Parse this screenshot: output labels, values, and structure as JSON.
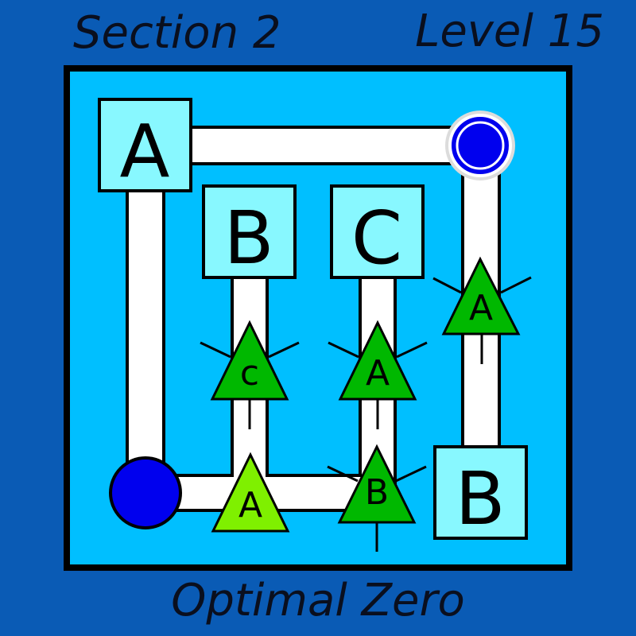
{
  "header": {
    "section": "Section 2",
    "level": "Level 15"
  },
  "footer": {
    "status": "Optimal Zero"
  },
  "colors": {
    "background": "#0a5bb5",
    "board": "#00bfff",
    "path": "#ffffff",
    "tile": "#88f8ff",
    "triangle": "#00b800",
    "triangle_active": "#7ff000",
    "node": "#0000ee"
  },
  "tiles": [
    {
      "id": "tile-a-top-left",
      "label": "A"
    },
    {
      "id": "tile-b-upper",
      "label": "B"
    },
    {
      "id": "tile-c-upper",
      "label": "C"
    },
    {
      "id": "tile-b-bottom-right",
      "label": "B"
    }
  ],
  "triangles": [
    {
      "id": "tri-a-right-column",
      "label": "A",
      "active": false
    },
    {
      "id": "tri-c-left-column",
      "label": "c",
      "active": false
    },
    {
      "id": "tri-a-middle-column",
      "label": "A",
      "active": false
    },
    {
      "id": "tri-a-bottom-path",
      "label": "A",
      "active": true
    },
    {
      "id": "tri-b-bottom-path",
      "label": "B",
      "active": false
    }
  ],
  "nodes": [
    {
      "id": "node-goal",
      "type": "ringed"
    },
    {
      "id": "node-player",
      "type": "solid"
    }
  ]
}
